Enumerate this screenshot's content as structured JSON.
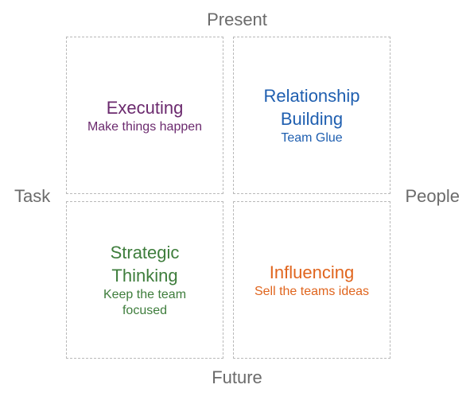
{
  "axes": {
    "top": "Present",
    "bottom": "Future",
    "left": "Task",
    "right": "People"
  },
  "quadrants": {
    "top_left": {
      "title_lines": [
        "Executing"
      ],
      "subtitle_lines": [
        "Make things happen"
      ],
      "color": "#6b2a6e"
    },
    "top_right": {
      "title_lines": [
        "Relationship",
        "Building"
      ],
      "subtitle_lines": [
        "Team Glue"
      ],
      "color": "#1f5fb0"
    },
    "bottom_left": {
      "title_lines": [
        "Strategic",
        "Thinking"
      ],
      "subtitle_lines": [
        "Keep the team",
        "focused"
      ],
      "color": "#3e7d3c"
    },
    "bottom_right": {
      "title_lines": [
        "Influencing"
      ],
      "subtitle_lines": [
        "Sell the teams ideas"
      ],
      "color": "#e0651e"
    }
  },
  "colors": {
    "axis_text": "#6b6b6b",
    "border": "#b9b9b9"
  }
}
